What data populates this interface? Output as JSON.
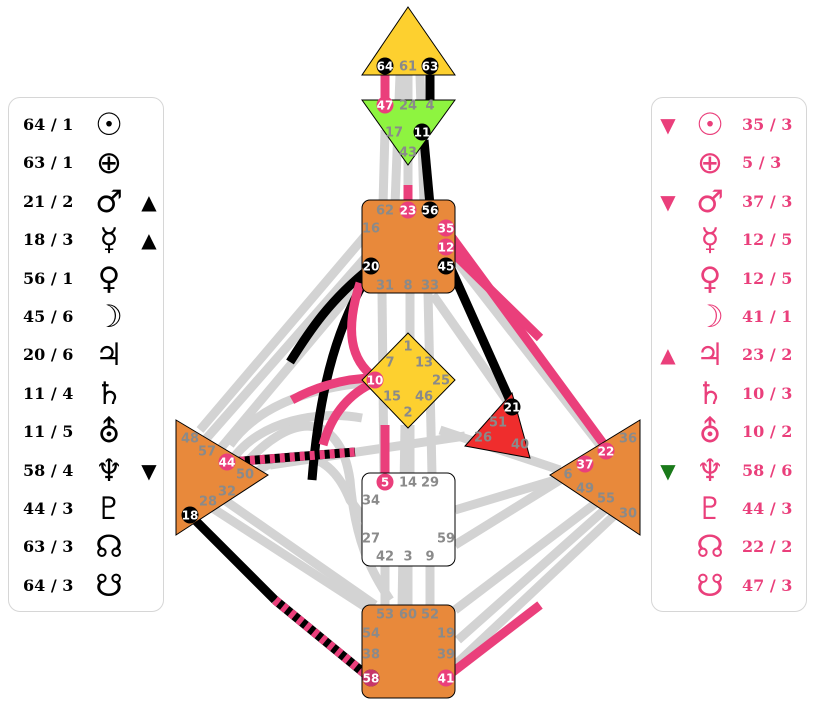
{
  "design": {
    "title": "",
    "rows": [
      {
        "label": "64 / 1",
        "planet": "sun-icon",
        "glyph": "☉"
      },
      {
        "label": "63 / 1",
        "planet": "earth-icon",
        "glyph": "⊕"
      },
      {
        "label": "21 / 2",
        "planet": "mars-icon",
        "glyph": "♂",
        "arrow": "▲",
        "arrow_color": "#000000"
      },
      {
        "label": "18 / 3",
        "planet": "mercury-icon",
        "glyph": "☿",
        "arrow": "▲",
        "arrow_color": "#000000"
      },
      {
        "label": "56 / 1",
        "planet": "venus-icon",
        "glyph": "♀"
      },
      {
        "label": "45 / 6",
        "planet": "moon-icon",
        "glyph": "☽"
      },
      {
        "label": "20 / 6",
        "planet": "jupiter-icon",
        "glyph": "♃"
      },
      {
        "label": "11 / 4",
        "planet": "saturn-icon",
        "glyph": "♄"
      },
      {
        "label": "11 / 5",
        "planet": "uranus-icon",
        "glyph": "⛢"
      },
      {
        "label": "58 / 4",
        "planet": "neptune-icon",
        "glyph": "♆",
        "arrow": "▼",
        "arrow_color": "#000000"
      },
      {
        "label": "44 / 3",
        "planet": "pluto-icon",
        "glyph": "♇"
      },
      {
        "label": "63 / 3",
        "planet": "north-node-icon",
        "glyph": "☊"
      },
      {
        "label": "64 / 3",
        "planet": "south-node-icon",
        "glyph": "☋"
      }
    ]
  },
  "personality": {
    "title": "",
    "rows": [
      {
        "label": "35 / 3",
        "planet": "sun-icon",
        "glyph": "☉",
        "arrow": "▼",
        "arrow_color": "#ea3f7b"
      },
      {
        "label": "5 / 3",
        "planet": "earth-icon",
        "glyph": "⊕"
      },
      {
        "label": "37 / 3",
        "planet": "mars-icon",
        "glyph": "♂",
        "arrow": "▼",
        "arrow_color": "#ea3f7b"
      },
      {
        "label": "12 / 5",
        "planet": "mercury-icon",
        "glyph": "☿"
      },
      {
        "label": "12 / 5",
        "planet": "venus-icon",
        "glyph": "♀"
      },
      {
        "label": "41 / 1",
        "planet": "moon-icon",
        "glyph": "☽"
      },
      {
        "label": "23 / 2",
        "planet": "jupiter-icon",
        "glyph": "♃",
        "arrow": "▲",
        "arrow_color": "#ea3f7b"
      },
      {
        "label": "10 / 3",
        "planet": "saturn-icon",
        "glyph": "♄"
      },
      {
        "label": "10 / 2",
        "planet": "uranus-icon",
        "glyph": "⛢"
      },
      {
        "label": "58 / 6",
        "planet": "neptune-icon",
        "glyph": "♆",
        "arrow": "▼",
        "arrow_color": "#1a7a1a"
      },
      {
        "label": "44 / 3",
        "planet": "pluto-icon",
        "glyph": "♇"
      },
      {
        "label": "22 / 2",
        "planet": "north-node-icon",
        "glyph": "☊"
      },
      {
        "label": "47 / 3",
        "planet": "south-node-icon",
        "glyph": "☋"
      }
    ]
  },
  "colors": {
    "design": "#000000",
    "personality": "#ea3f7b",
    "inactive_channel": "#d3d3d3",
    "gate_number": "#8a8a8a",
    "head": "#fdd02f",
    "ajna": "#8ef440",
    "throat": "#e8893b",
    "g_center": "#fdd02f",
    "heart": "#ef2d2d",
    "spleen": "#e8893b",
    "solar_plexus": "#e8893b",
    "sacral": "#ffffff",
    "root": "#e8893b"
  },
  "gates": {
    "head": [
      "64",
      "61",
      "63"
    ],
    "ajna": [
      "47",
      "24",
      "4",
      "17",
      "11",
      "43"
    ],
    "throat": [
      "62",
      "23",
      "56",
      "16",
      "35",
      "12",
      "20",
      "45",
      "31",
      "8",
      "33"
    ],
    "g": [
      "1",
      "7",
      "13",
      "10",
      "25",
      "15",
      "46",
      "2"
    ],
    "heart": [
      "21",
      "51",
      "26",
      "40"
    ],
    "spleen": [
      "48",
      "57",
      "44",
      "50",
      "32",
      "28",
      "18"
    ],
    "solar_plexus": [
      "36",
      "22",
      "37",
      "6",
      "49",
      "55",
      "30"
    ],
    "sacral": [
      "5",
      "14",
      "29",
      "34",
      "27",
      "59",
      "42",
      "3",
      "9"
    ],
    "root": [
      "53",
      "60",
      "52",
      "54",
      "19",
      "38",
      "39",
      "58",
      "41"
    ]
  },
  "defined_gates": {
    "design": [
      "64",
      "63",
      "11",
      "56",
      "20",
      "45",
      "21",
      "18",
      "44",
      "58"
    ],
    "personality": [
      "47",
      "23",
      "35",
      "12",
      "10",
      "22",
      "37",
      "5",
      "41",
      "58",
      "44"
    ]
  }
}
